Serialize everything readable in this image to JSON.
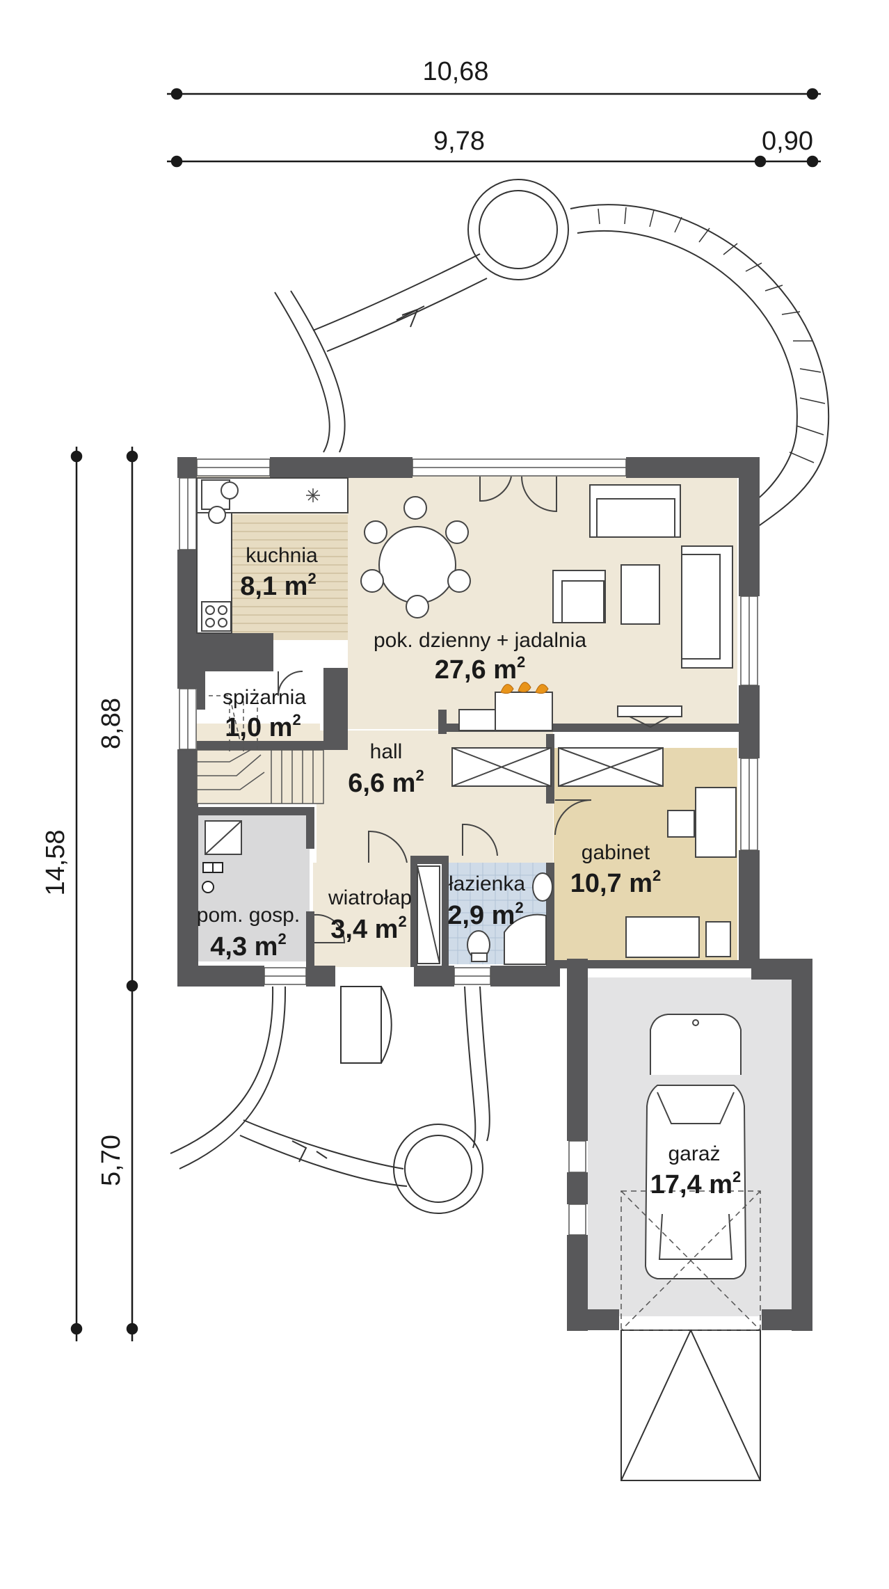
{
  "colors": {
    "wall": "#58585a",
    "living": "#efe8d8",
    "kitchen": "#e7dcc2",
    "office": "#e6d7b0",
    "bathroom": "#cfdbe8",
    "utility": "#d9d9da",
    "garage": "#e3e3e4",
    "stairs": "#f0e8d6"
  },
  "dimensions": {
    "total_width": "10,68",
    "main_width": "9,78",
    "bay_width": "0,90",
    "total_depth": "14,58",
    "house_depth": "8,88",
    "garage_depth": "5,70"
  },
  "area_unit": "m",
  "area_unit_power": "2",
  "rooms": {
    "kuchnia": {
      "name": "kuchnia",
      "area": "8,1"
    },
    "living": {
      "name": "pok. dzienny + jadalnia",
      "area": "27,6"
    },
    "spizarnia": {
      "name": "spiżarnia",
      "area": "1,0"
    },
    "hall": {
      "name": "hall",
      "area": "6,6"
    },
    "gabinet": {
      "name": "gabinet",
      "area": "10,7"
    },
    "pom_gosp": {
      "name": "pom. gosp.",
      "area": "4,3"
    },
    "wiatrolap": {
      "name": "wiatrołap",
      "area": "3,4"
    },
    "lazienka": {
      "name": "łazienka",
      "area": "2,9"
    },
    "garaz": {
      "name": "garaż",
      "area": "17,4"
    }
  }
}
